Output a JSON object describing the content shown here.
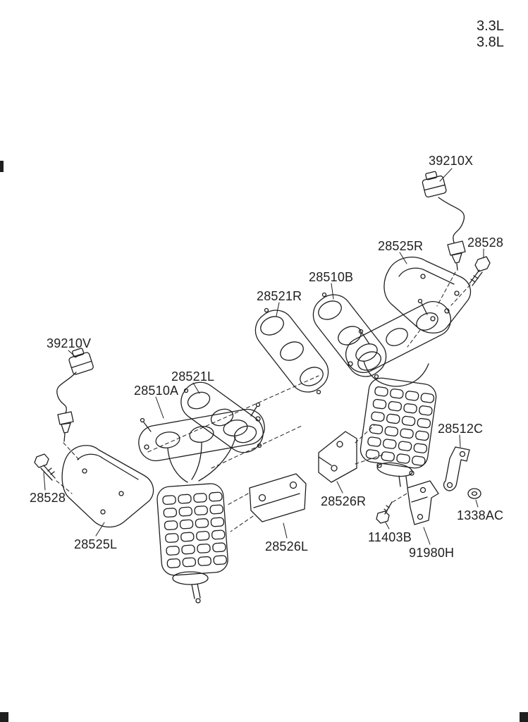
{
  "page": {
    "background": "#ffffff",
    "ink": "#1f1f1f"
  },
  "engine_variants": {
    "line1": "3.3L",
    "line2": "3.8L"
  },
  "parts": {
    "p39210X": "39210X",
    "p28525R": "28525R",
    "p28528R": "28528",
    "p28510B": "28510B",
    "p28521R": "28521R",
    "p39210V": "39210V",
    "p28521L": "28521L",
    "p28510A": "28510A",
    "p28528L": "28528",
    "p28525L": "28525L",
    "p28526L": "28526L",
    "p28526R": "28526R",
    "p28512C": "28512C",
    "p1338AC": "1338AC",
    "p11403B": "11403B",
    "p91980H": "91980H"
  }
}
